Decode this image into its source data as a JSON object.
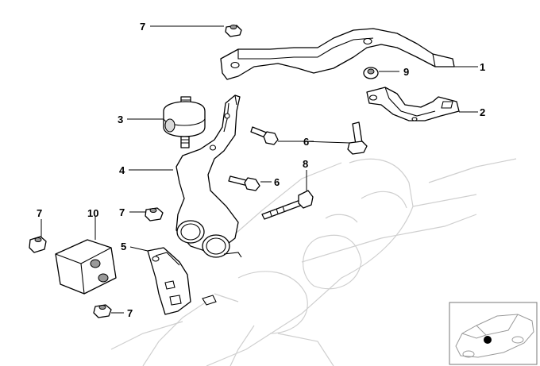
{
  "callouts": {
    "c1": "1",
    "c2": "2",
    "c3": "3",
    "c4": "4",
    "c5": "5",
    "c6a": "6",
    "c6b": "6",
    "c7a": "7",
    "c7b": "7",
    "c7c": "7",
    "c7d": "7",
    "c8": "8",
    "c9": "9",
    "c10": "10"
  },
  "inset": {
    "marker_color": "#000000"
  }
}
